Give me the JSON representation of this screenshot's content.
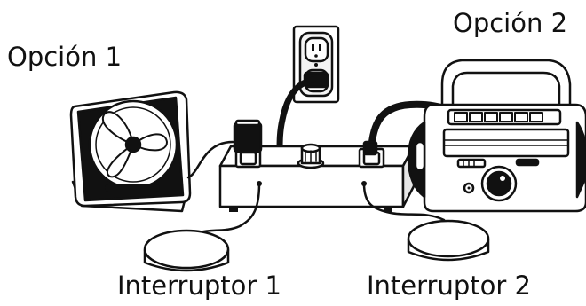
{
  "labels": {
    "option1": "Opción 1",
    "option2": "Opción 2",
    "switch1": "Interruptor 1",
    "switch2": "Interruptor 2"
  },
  "colors": {
    "ink": "#111111",
    "paper": "#ffffff",
    "shade": "#d9d9d9"
  }
}
